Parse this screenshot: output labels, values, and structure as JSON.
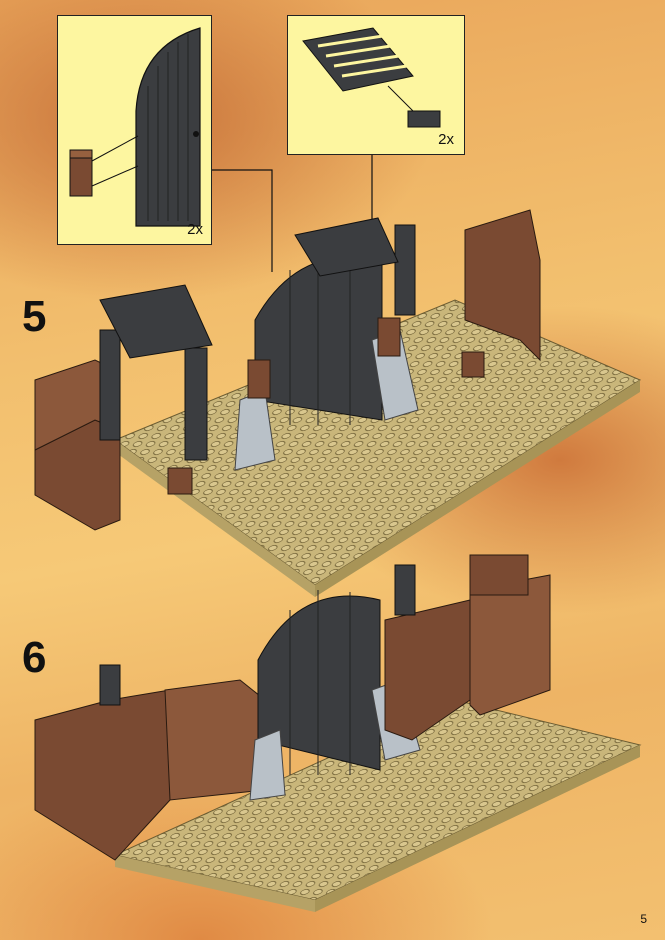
{
  "steps": [
    {
      "number": "5",
      "callouts": [
        {
          "quantity": "2x"
        },
        {
          "quantity": "2x"
        }
      ]
    },
    {
      "number": "6"
    }
  ],
  "page_number": "5",
  "colors": {
    "baseplate": "#c9b67a",
    "brick_brown": "#7a4a32",
    "dark_grey": "#3b3d40",
    "light_grey": "#b9c1c8",
    "callout_bg": "#fdf6a0"
  }
}
